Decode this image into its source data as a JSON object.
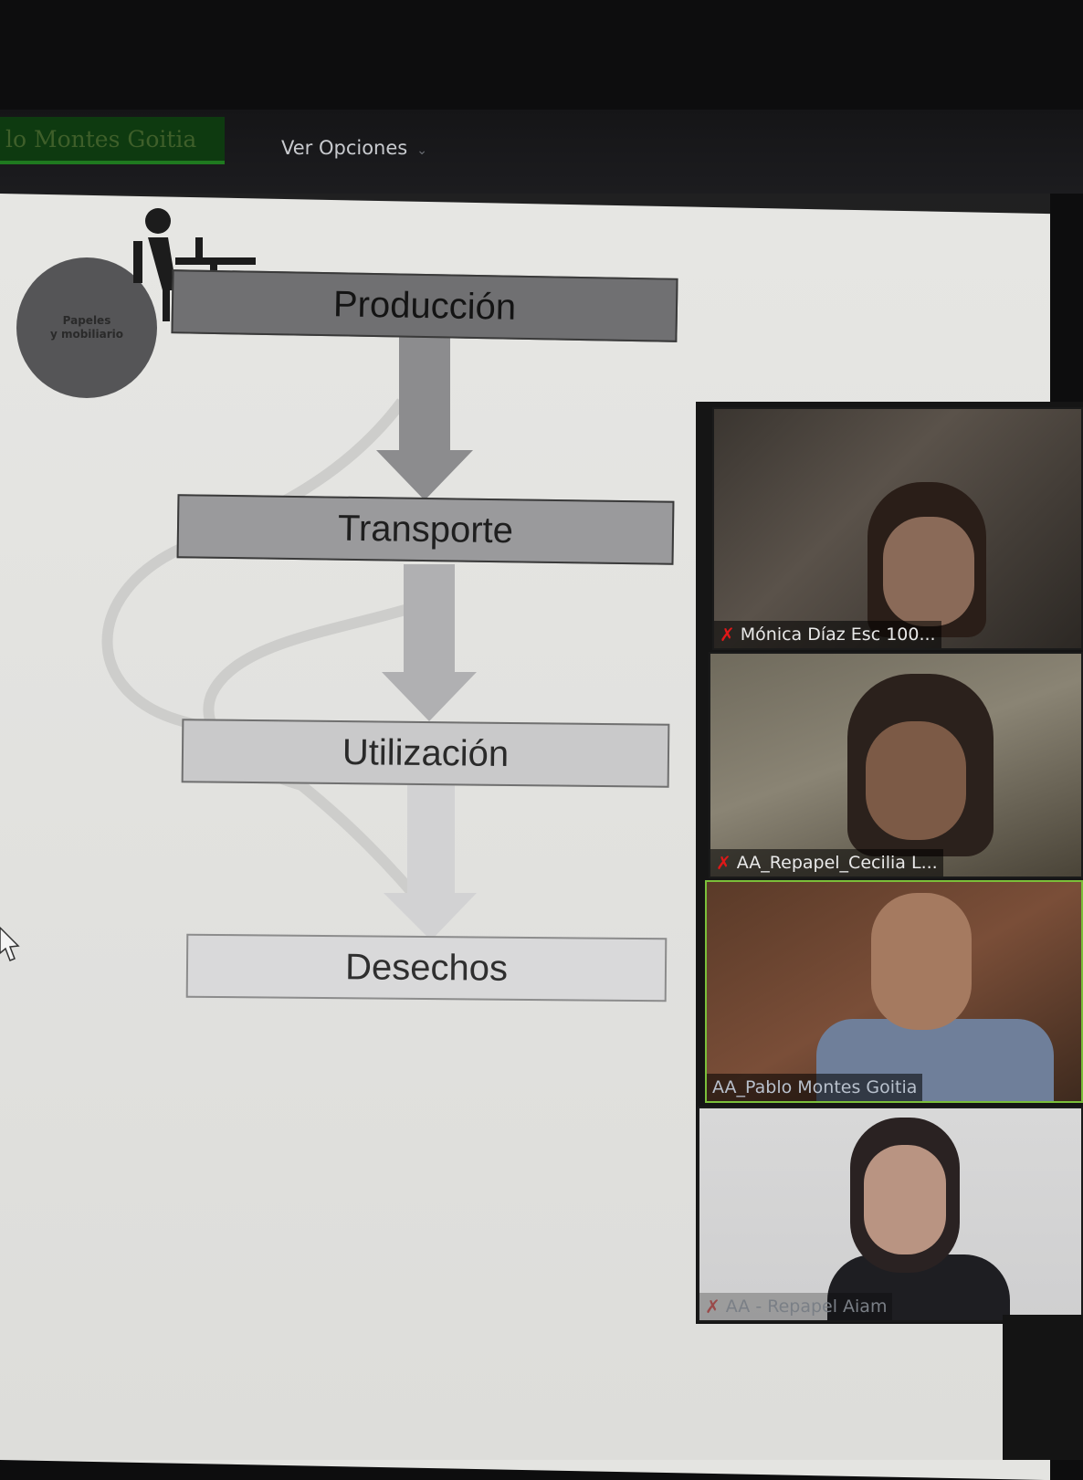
{
  "toolbar": {
    "speaker_name": "lo Montes Goitia",
    "view_options_label": "Ver Opciones",
    "view_options_icon": "chevron-down-icon"
  },
  "slide": {
    "circle_label": "Papeles\ny mobiliario",
    "stages": [
      "Producción",
      "Transporte",
      "Utilización",
      "Desechos"
    ]
  },
  "participants": [
    {
      "name": "Mónica Díaz Esc 100...",
      "muted": true
    },
    {
      "name": "AA_Repapel_Cecilia L...",
      "muted": true
    },
    {
      "name": "AA_Pablo Montes Goitia",
      "muted": false
    },
    {
      "name": "AA - Repapel Aiam",
      "muted": true
    }
  ],
  "colors": {
    "speaker_highlight": "#1f7a1f",
    "muted_red": "#e01818"
  }
}
